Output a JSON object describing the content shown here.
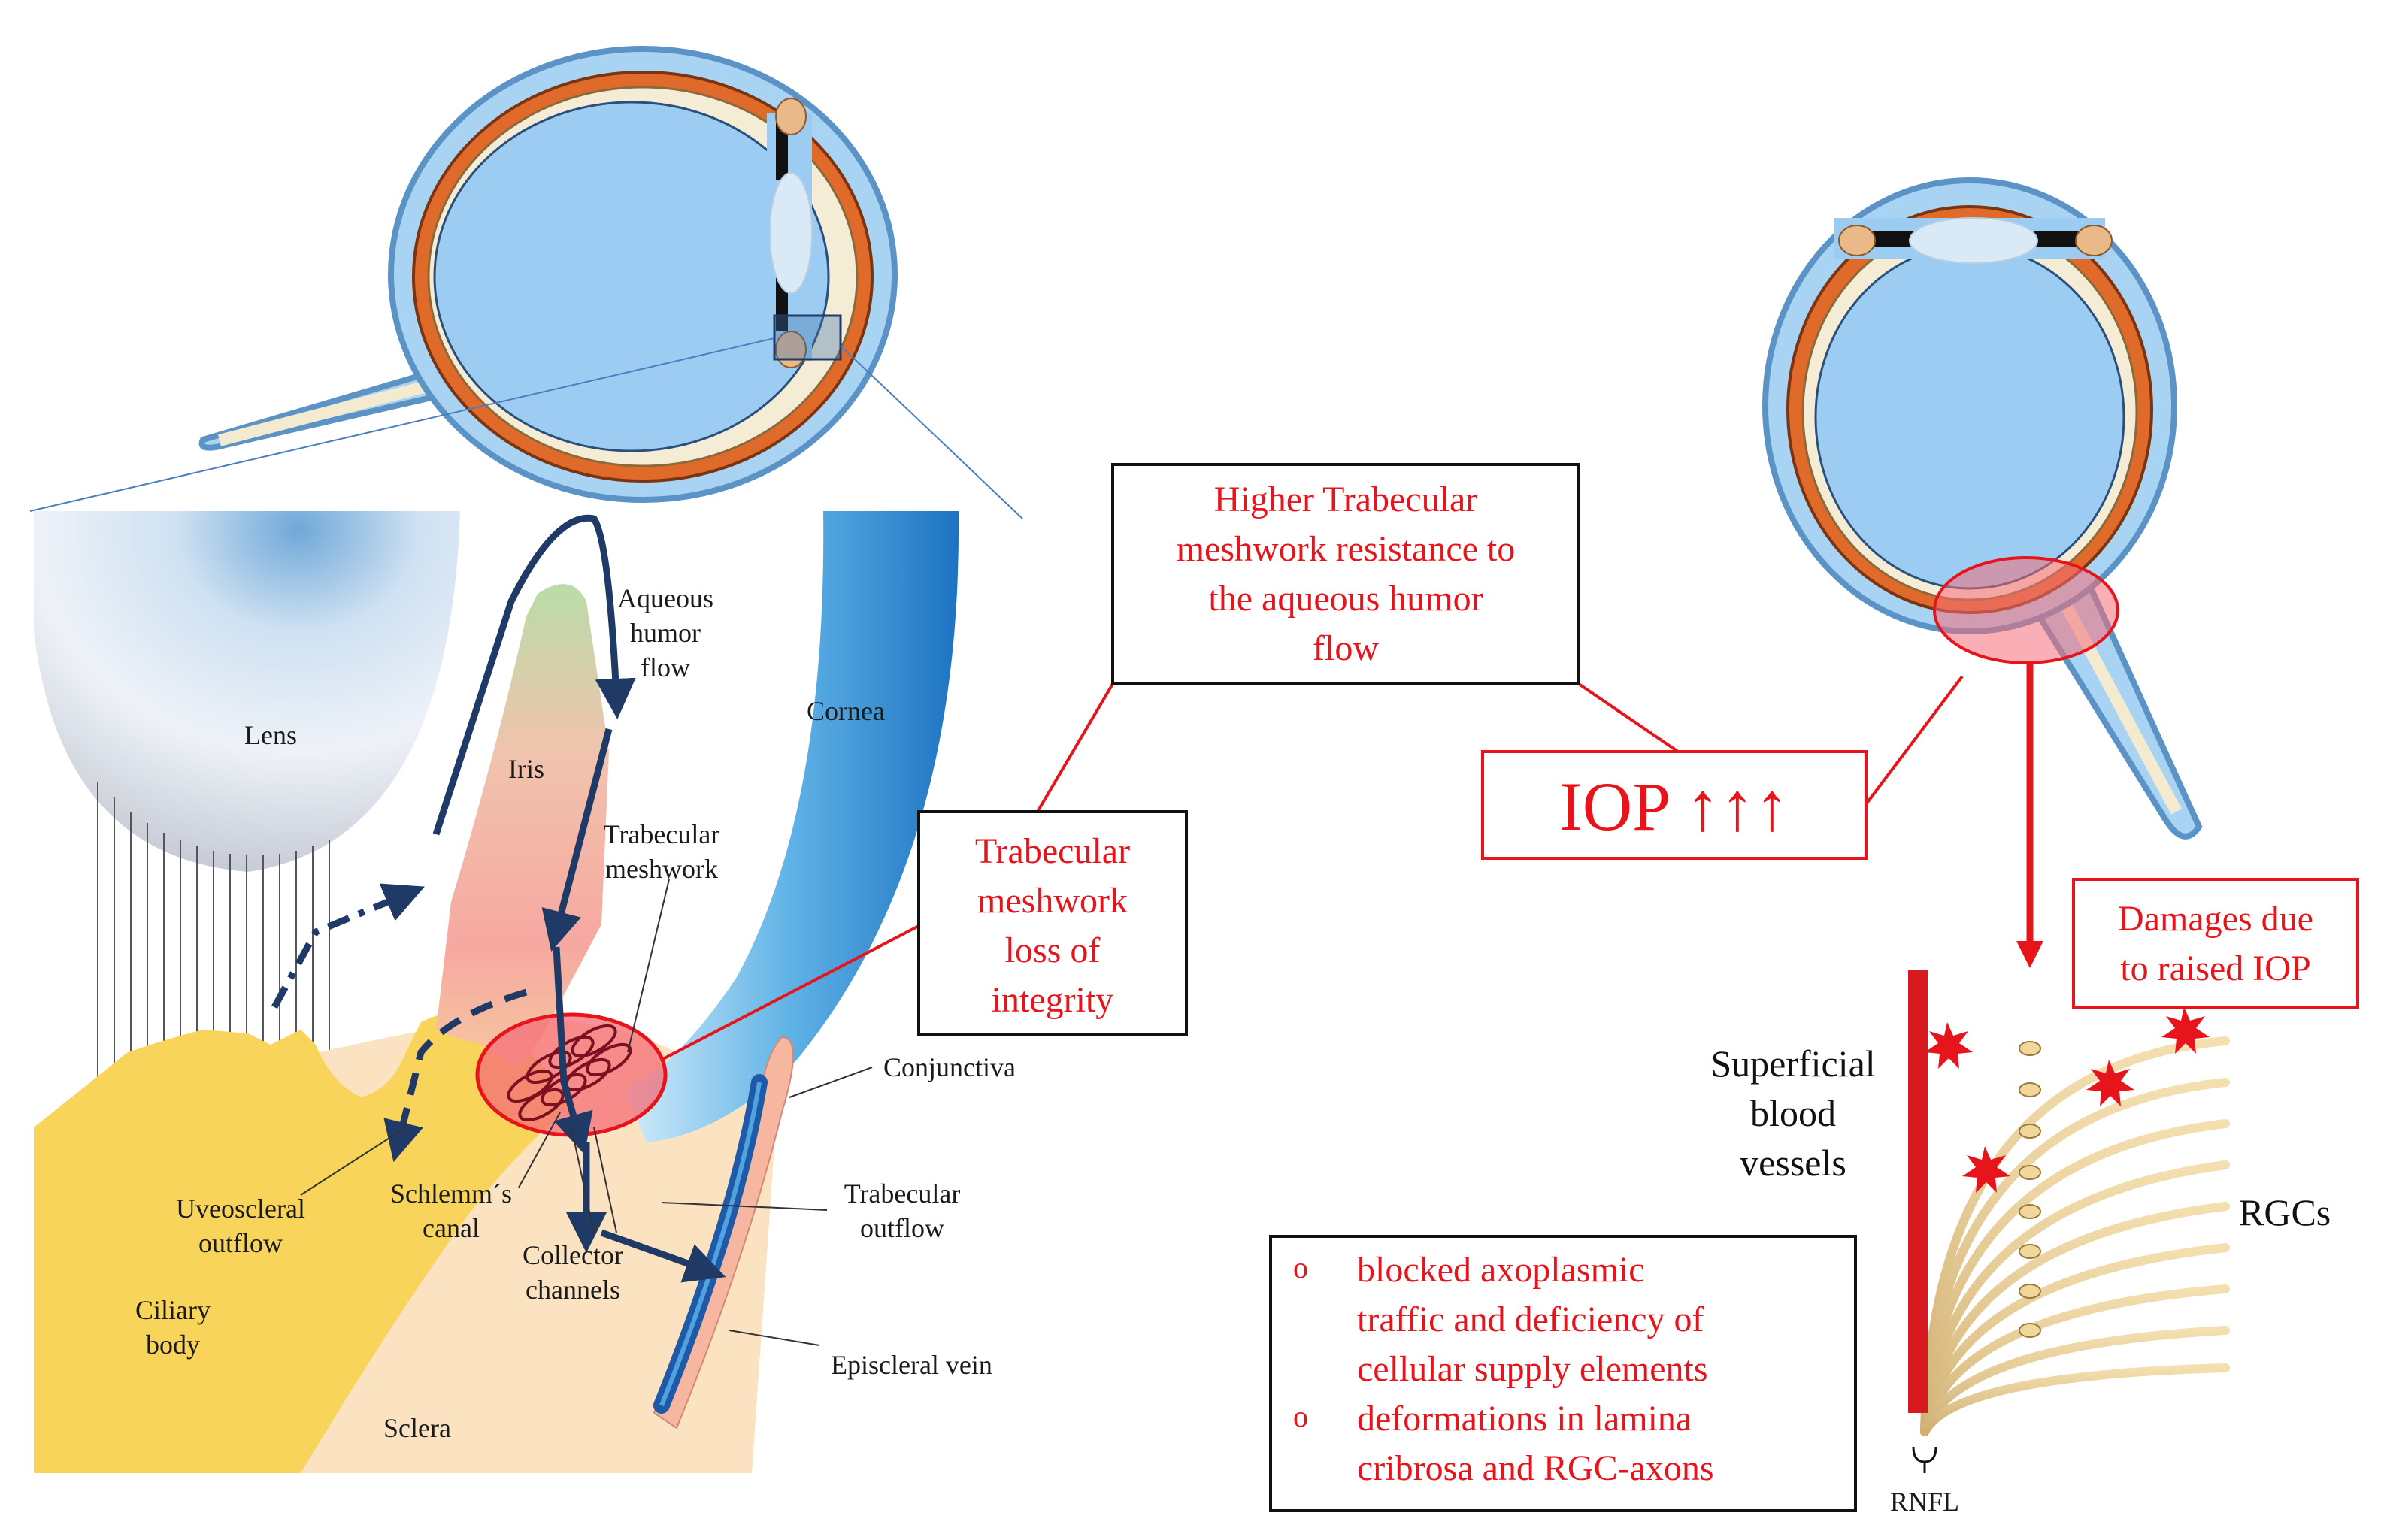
{
  "anatomy_labels": {
    "lens": "Lens",
    "iris": "Iris",
    "aqueous": [
      "Aqueous",
      "humor",
      "flow"
    ],
    "cornea": "Cornea",
    "trabecular_meshwork": [
      "Trabecular",
      "meshwork"
    ],
    "conjunctiva": "Conjunctiva",
    "trabecular_outflow": [
      "Trabecular",
      "outflow"
    ],
    "uveoscleral_outflow": [
      "Uveoscleral",
      "outflow"
    ],
    "schlemms_canal": [
      "Schlemm´s",
      "canal"
    ],
    "collector_channels": [
      "Collector",
      "channels"
    ],
    "ciliary_body": [
      "Ciliary",
      "body"
    ],
    "episcleral_vein": "Episcleral vein",
    "sclera": "Sclera"
  },
  "boxes": {
    "higher_resistance": [
      "Higher Trabecular",
      "meshwork resistance to",
      "the aqueous humor",
      "flow"
    ],
    "loss_integrity": [
      "Trabecular",
      "meshwork",
      "loss  of",
      "integrity"
    ],
    "iop": "IOP ↑↑↑",
    "damages": [
      "Damages due",
      "to raised IOP"
    ],
    "bullet_marker": "o",
    "effects": [
      [
        "blocked axoplasmic",
        "traffic and deficiency of",
        "cellular supply elements"
      ],
      [
        "deformations in lamina",
        "cribrosa and RGC-axons"
      ]
    ]
  },
  "retina_labels": {
    "superficial": [
      "Superficial",
      "blood",
      "vessels"
    ],
    "rgcs": "RGCs",
    "rnfl": "RNFL"
  },
  "colors": {
    "accent_red": "#e8141b",
    "arrow_navy": "#1f3a66",
    "eye_blue": "#9cccf2",
    "sclera_outline": "#6fa6d6"
  }
}
